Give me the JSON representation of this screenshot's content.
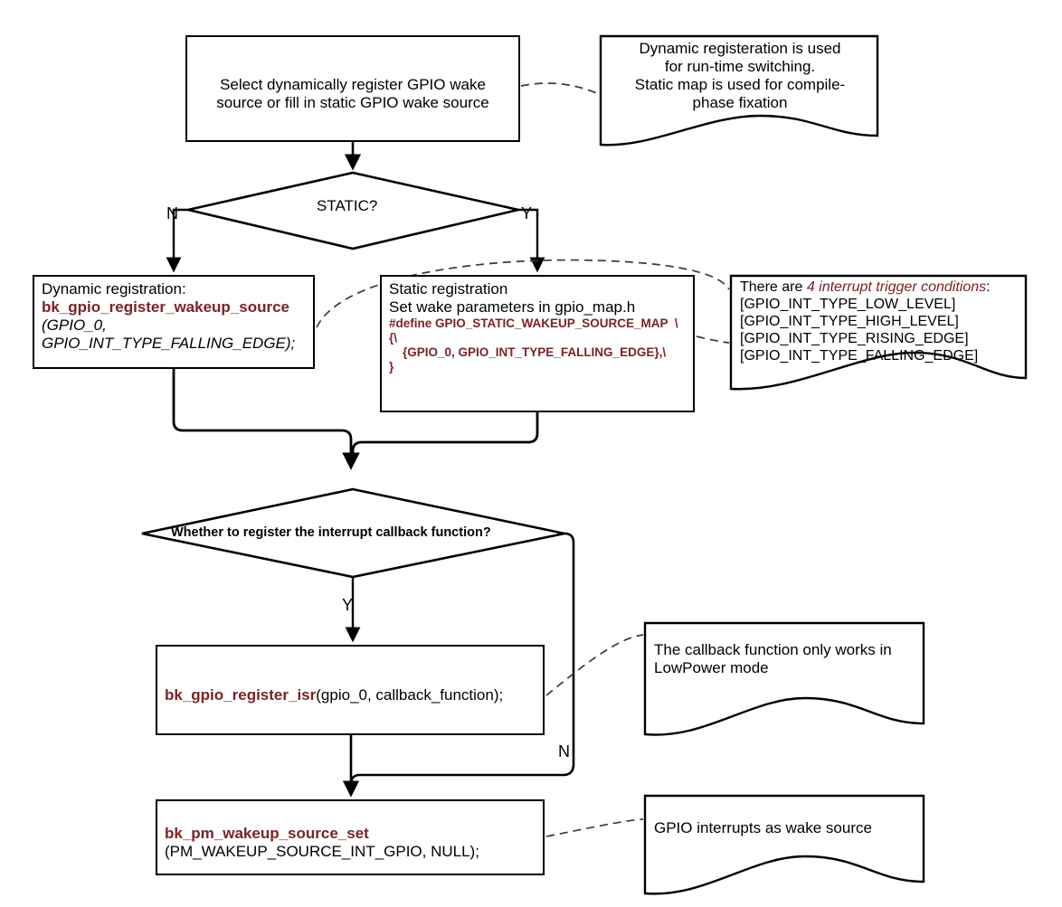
{
  "diagram": {
    "title": "GPIO wake source registration flow",
    "accent_color": "#7B2326",
    "line_color": "#000000",
    "background": "#ffffff"
  },
  "nodes": {
    "start": {
      "type": "process",
      "line1": "Select dynamically register GPIO wake",
      "line2": "source or fill in static GPIO wake source"
    },
    "decision_static": {
      "type": "decision",
      "label": "STATIC?",
      "branch_no": "N",
      "branch_yes": "Y"
    },
    "dynamic": {
      "type": "process",
      "line1": "Dynamic registration:",
      "line2": "bk_gpio_register_wakeup_source",
      "line3": "(GPIO_0,",
      "line4": "GPIO_INT_TYPE_FALLING_EDGE);"
    },
    "static": {
      "type": "process",
      "line1": "Static registration",
      "line2": "Set wake parameters in gpio_map.h",
      "code1": "#define GPIO_STATIC_WAKEUP_SOURCE_MAP  \\",
      "code2": "{\\",
      "code3": "    {GPIO_0, GPIO_INT_TYPE_FALLING_EDGE},\\",
      "code4": "}"
    },
    "decision_callback": {
      "type": "decision",
      "label": "Whether to register the interrupt callback function?",
      "branch_yes": "Y",
      "branch_no": "N"
    },
    "isr": {
      "type": "process",
      "fn": "bk_gpio_register_isr",
      "args": "(gpio_0, callback_function);"
    },
    "pm": {
      "type": "process",
      "fn": "bk_pm_wakeup_source_set",
      "args": "(PM_WAKEUP_SOURCE_INT_GPIO, NULL);"
    }
  },
  "notes": {
    "dynamic_static": {
      "line1": "Dynamic registeration is used",
      "line2": "for run-time switching.",
      "line3": "Static map is used for compile-",
      "line4": "phase fixation"
    },
    "triggers": {
      "lead": "There are ",
      "emphasis": "4 interrupt trigger conditions",
      "colon": ":",
      "items": [
        "[GPIO_INT_TYPE_LOW_LEVEL]",
        "[GPIO_INT_TYPE_HIGH_LEVEL]",
        "[GPIO_INT_TYPE_RISING_EDGE]",
        "[GPIO_INT_TYPE_FALLING_EDGE]"
      ]
    },
    "callback": {
      "line1": "The callback function only works in",
      "line2": "LowPower mode"
    },
    "gpio_interrupts": {
      "line1": "GPIO interrupts as wake source"
    }
  }
}
